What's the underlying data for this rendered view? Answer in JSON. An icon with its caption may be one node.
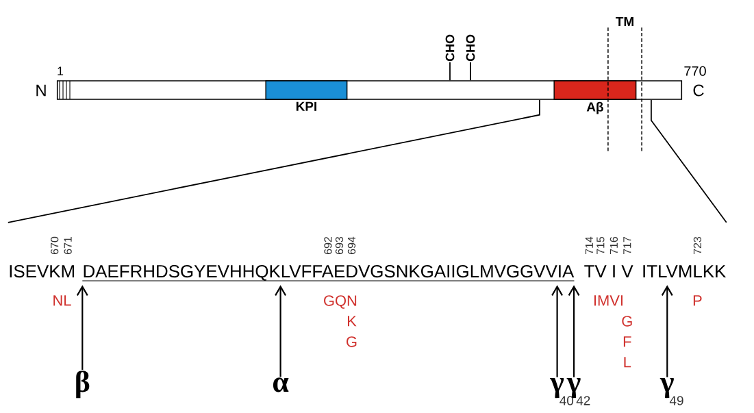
{
  "diagram": {
    "nodes": [
      {
        "text": [],
        "shape": "bar"
      },
      {
        "text": [
          "KPI"
        ],
        "in": 0
      },
      {
        "text": [
          "Aβ"
        ],
        "in": 0
      },
      {
        "text": [
          "TM"
        ]
      },
      {
        "text": [
          "CHO"
        ]
      },
      {
        "text": [
          "CHO"
        ]
      },
      {
        "text": [
          "ISEVKM",
          "DAEFRHDSGYEVHHQKLVFFAEDVGSNKGAIIGLMVGGVVIA",
          "TV I V",
          "ITLVMLKK"
        ]
      },
      {
        "text": [
          "β"
        ]
      },
      {
        "text": [
          "α"
        ]
      },
      {
        "text": [
          "γ"
        ],
        "beside": [
          "40"
        ]
      },
      {
        "text": [
          "γ"
        ],
        "beside": [
          "42"
        ]
      },
      {
        "text": [
          "γ"
        ],
        "beside": [
          "49"
        ]
      }
    ],
    "edges": [
      {
        "from": 4,
        "to": 0,
        "arrow": "none"
      },
      {
        "from": 5,
        "to": 0,
        "arrow": "none"
      },
      {
        "from": 0,
        "to": 6,
        "arrow": "none"
      },
      {
        "from": 0,
        "to": 6,
        "arrow": "none"
      },
      {
        "from": 7,
        "to": 6,
        "arrow": "to"
      },
      {
        "from": 8,
        "to": 6,
        "arrow": "to"
      },
      {
        "from": 9,
        "to": 6,
        "arrow": "to"
      },
      {
        "from": 10,
        "to": 6,
        "arrow": "to"
      },
      {
        "from": 11,
        "to": 6,
        "arrow": "to"
      }
    ],
    "labels": [
      "N",
      "C",
      "1",
      "770",
      "670",
      "671",
      "692",
      "693",
      "694",
      "714",
      "715",
      "716",
      "717",
      "723",
      "NL",
      "GQN",
      "K",
      "G",
      "IMVI",
      "G",
      "F",
      "L",
      "P"
    ]
  }
}
